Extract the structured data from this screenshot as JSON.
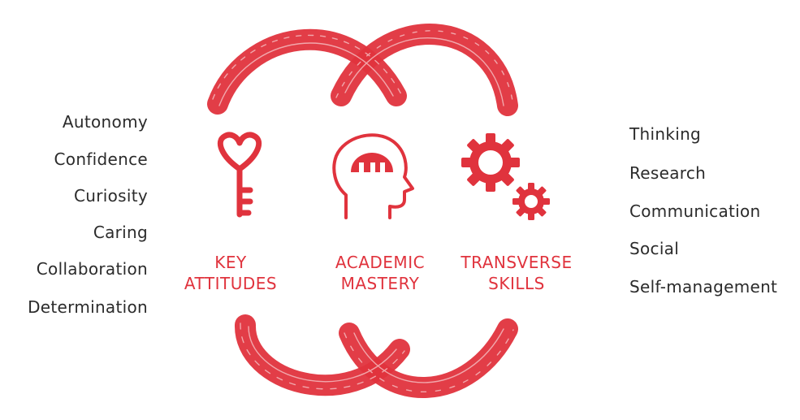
{
  "colors": {
    "accent": "#e0333d",
    "text": "#2b2b2b",
    "background": "#ffffff"
  },
  "left_list": {
    "items": [
      "Autonomy",
      "Confidence",
      "Curiosity",
      "Caring",
      "Collaboration",
      "Determination"
    ]
  },
  "right_list": {
    "items": [
      "Thinking",
      "Research",
      "Communication",
      "Social",
      "Self-management"
    ]
  },
  "pillars": [
    {
      "icon": "key-heart-icon",
      "line1": "KEY",
      "line2": "ATTITUDES"
    },
    {
      "icon": "head-brain-icon",
      "line1": "ACADEMIC",
      "line2": "MASTERY"
    },
    {
      "icon": "gears-icon",
      "line1": "TRANSVERSE",
      "line2": "SKILLS"
    }
  ]
}
